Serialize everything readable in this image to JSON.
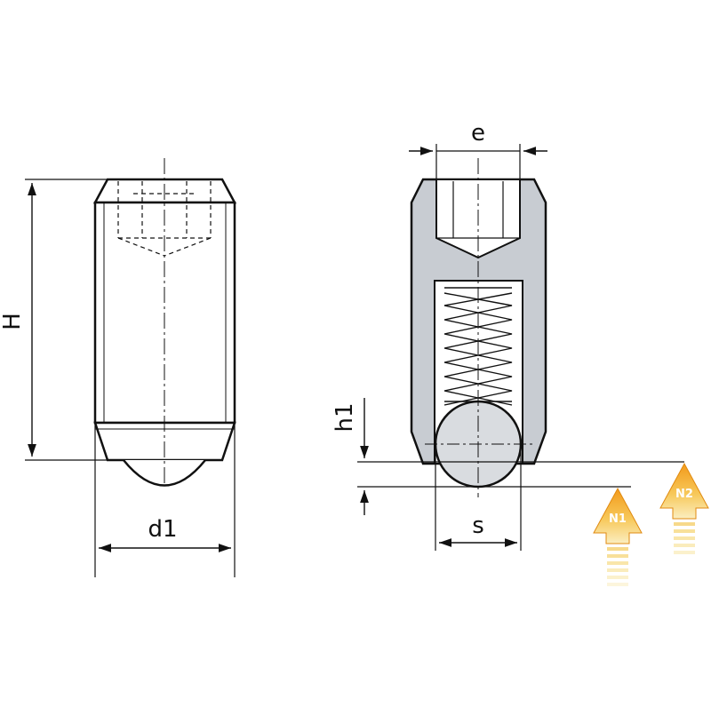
{
  "labels": {
    "height": "H",
    "diameter": "d1",
    "hex_width": "e",
    "ball_protrusion": "h1",
    "ball_diameter": "s",
    "force_1": "N1",
    "force_2": "N2"
  },
  "colors": {
    "outline": "#111111",
    "body_fill": "#c8ccd2",
    "ball_fill": "#d9dce0",
    "arrow_top": "#f4a21c",
    "arrow_bottom": "#f7e28a"
  }
}
